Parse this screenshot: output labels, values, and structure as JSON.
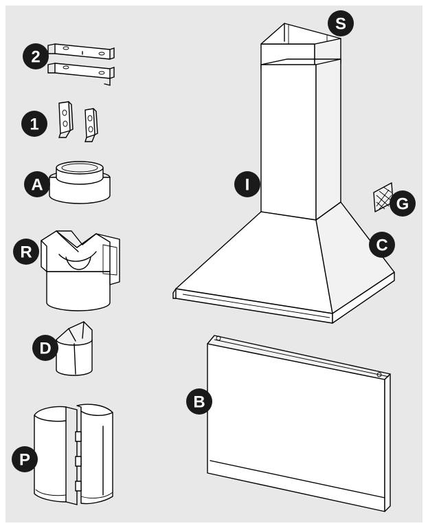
{
  "colors": {
    "panel_background": "#e8e8e8",
    "badge_fill": "#1a1a1a",
    "badge_text": "#ffffff",
    "line": "#000000",
    "part_fill": "#ffffff"
  },
  "labels": {
    "bracket_pair": "2",
    "hook_pair": "1",
    "adapter_ring": "A",
    "reducer_fitting": "R",
    "damper_flap": "D",
    "sleeve_shells": "P",
    "chimney_top": "S",
    "chimney_body": "I",
    "filter_patch": "G",
    "canopy": "C",
    "back_panel": "B"
  }
}
